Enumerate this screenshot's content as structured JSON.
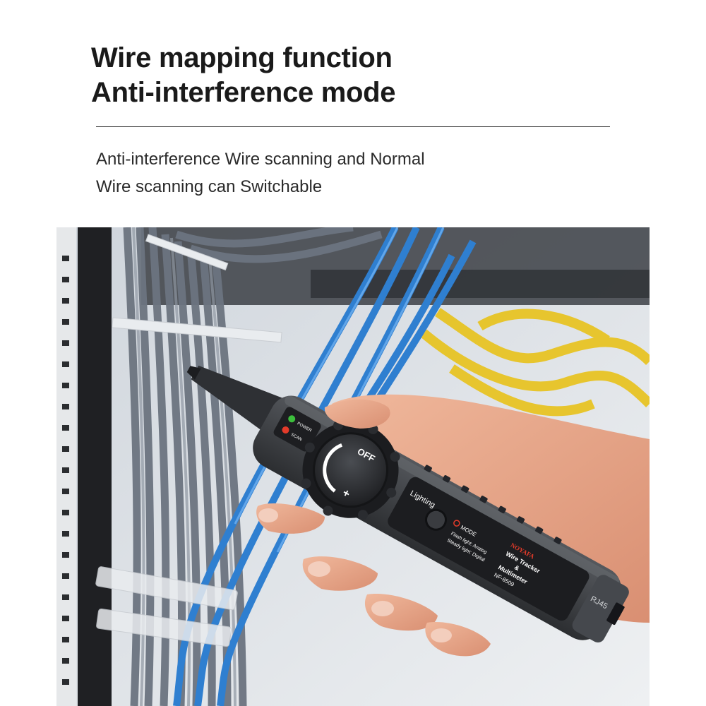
{
  "headline": {
    "line1": "Wire mapping function",
    "line2": "Anti-interference mode"
  },
  "description": {
    "line1": "Anti-interference Wire scanning and Normal",
    "line2": "Wire scanning can Switchable"
  },
  "device": {
    "indicator_power": "POWER",
    "indicator_scan": "SCAN",
    "dial_off": "OFF",
    "dial_plus": "+",
    "lighting": "Lighting",
    "mode": "MODE",
    "flash_light": "Flash light: Analog",
    "steady_light": "Steady light: Digital",
    "brand": "NOYAFA",
    "product_line1": "Wire Tracker",
    "product_line2": "&",
    "product_line3": "Multimeter",
    "model": "NF-8509",
    "port": "RJ45"
  },
  "colors": {
    "background": "#ffffff",
    "text": "#1a1a1a",
    "device_body": "#3a3c40",
    "cable_blue": "#2f7fd0",
    "cable_yellow": "#e8c21a",
    "cable_grey": "#6c7480",
    "skin": "#e9a88a"
  }
}
